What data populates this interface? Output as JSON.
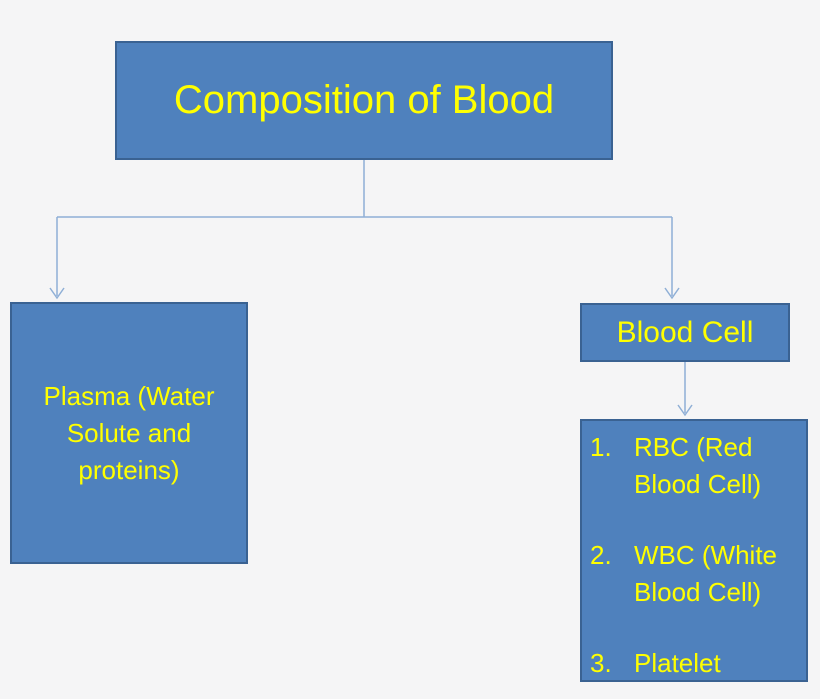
{
  "diagram": {
    "title": "Composition of Blood",
    "nodes": {
      "root": {
        "label": "Composition of Blood"
      },
      "plasma": {
        "label": "Plasma (Water Solute and proteins)"
      },
      "blood_cell": {
        "label": "Blood Cell"
      },
      "blood_cell_types": {
        "items": [
          {
            "number": "1.",
            "label": "RBC (Red Blood Cell)"
          },
          {
            "number": "2.",
            "label": "WBC (White Blood Cell)"
          },
          {
            "number": "3.",
            "label": "Platelet"
          }
        ]
      }
    },
    "edges": [
      {
        "from": "root",
        "to": "plasma"
      },
      {
        "from": "root",
        "to": "blood_cell"
      },
      {
        "from": "blood_cell",
        "to": "blood_cell_types"
      }
    ],
    "colors": {
      "box_fill": "#4F81BD",
      "box_border": "#3A6292",
      "text": "#FFFF00",
      "connector": "#8FAFD6",
      "background": "#F5F5F6"
    }
  }
}
